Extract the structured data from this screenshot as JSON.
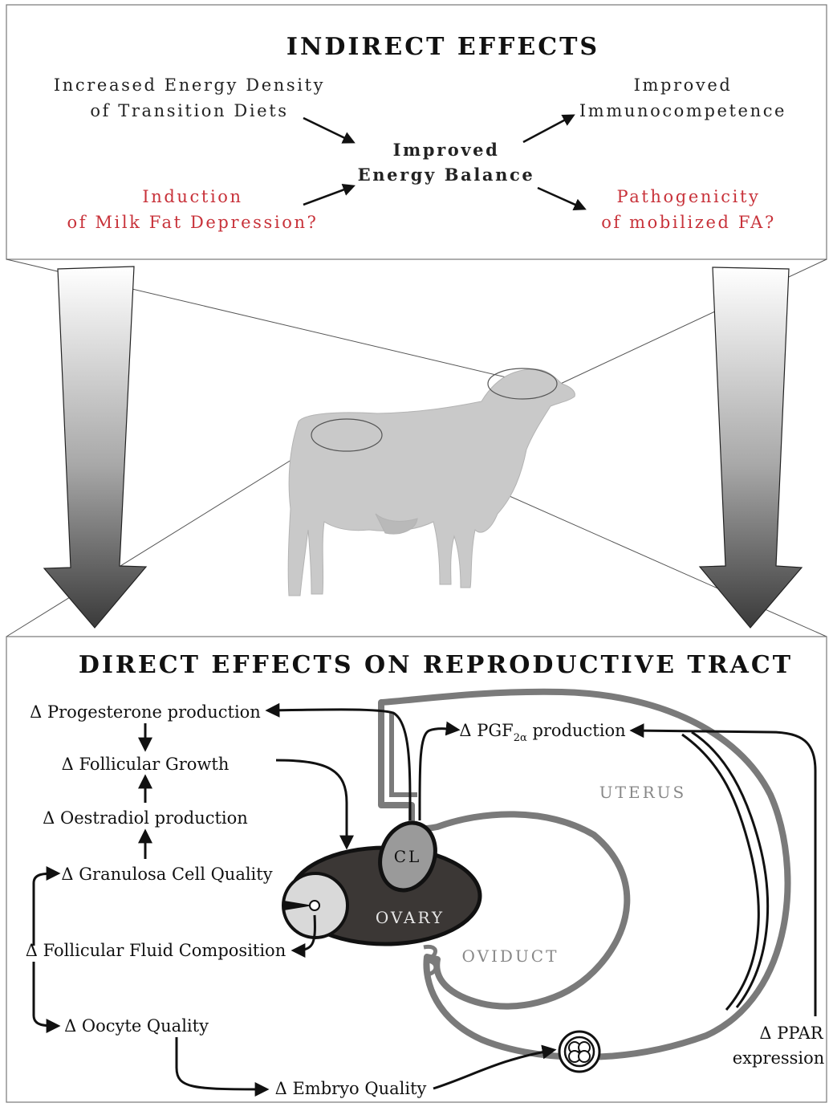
{
  "indirect": {
    "title": "INDIRECT EFFECTS",
    "energy_density_line1": "Increased Energy Density",
    "energy_density_line2": "of Transition Diets",
    "immuno_line1": "Improved",
    "immuno_line2": "Immunocompetence",
    "center_line1": "Improved",
    "center_line2": "Energy Balance",
    "milkfat_line1": "Induction",
    "milkfat_line2": "of Milk Fat Depression?",
    "pathogen_line1": "Pathogenicity",
    "pathogen_line2": "of mobilized FA?"
  },
  "direct": {
    "title": "DIRECT EFFECTS ON REPRODUCTIVE TRACT",
    "progesterone": "Δ Progesterone production",
    "follicular_growth": "Δ Follicular Growth",
    "oestradiol": "Δ Oestradiol production",
    "granulosa": "Δ Granulosa Cell Quality",
    "follicular_fluid": "Δ Follicular Fluid Composition",
    "oocyte": "Δ Oocyte Quality",
    "embryo": "Δ Embryo Quality",
    "pgf_prefix": "Δ PGF",
    "pgf_sub": "2α",
    "pgf_suffix": " production",
    "ppar_line1": "Δ PPAR",
    "ppar_line2": "expression"
  },
  "organs": {
    "uterus": "UTERUS",
    "ovary": "OVARY",
    "cl": "CL",
    "oviduct": "OVIDUCT"
  },
  "colors": {
    "red_text": "#c8323a",
    "ovary_fill": "#3b3735",
    "cl_fill": "#9a9a9a",
    "tract_stroke": "#7a7a7a",
    "cow_fill": "#c9c9c9"
  }
}
